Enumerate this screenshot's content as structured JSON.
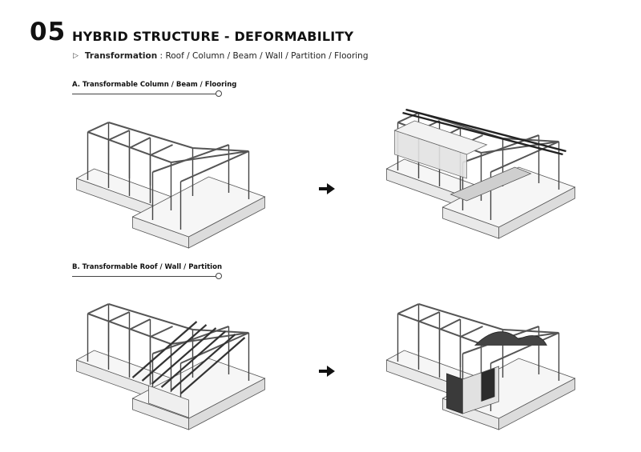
{
  "header": {
    "number": "05",
    "title": "HYBRID STRUCTURE - DEFORMABILITY"
  },
  "subtitle": {
    "bullet_icon": "triangle-right-icon",
    "lead": "Transformation",
    "separator": " : ",
    "text": "Roof / Column / Beam / Wall / Partition / Flooring"
  },
  "sections": [
    {
      "label": "A. Transformable Column / Beam / Flooring"
    },
    {
      "label": "B. Transformable Roof / Wall / Partition"
    }
  ],
  "arrow_icon": "arrow-right-icon",
  "colors": {
    "ink": "#111111",
    "base": "#e6e6e6",
    "frame": "#9a9a9a",
    "dark": "#333333"
  }
}
